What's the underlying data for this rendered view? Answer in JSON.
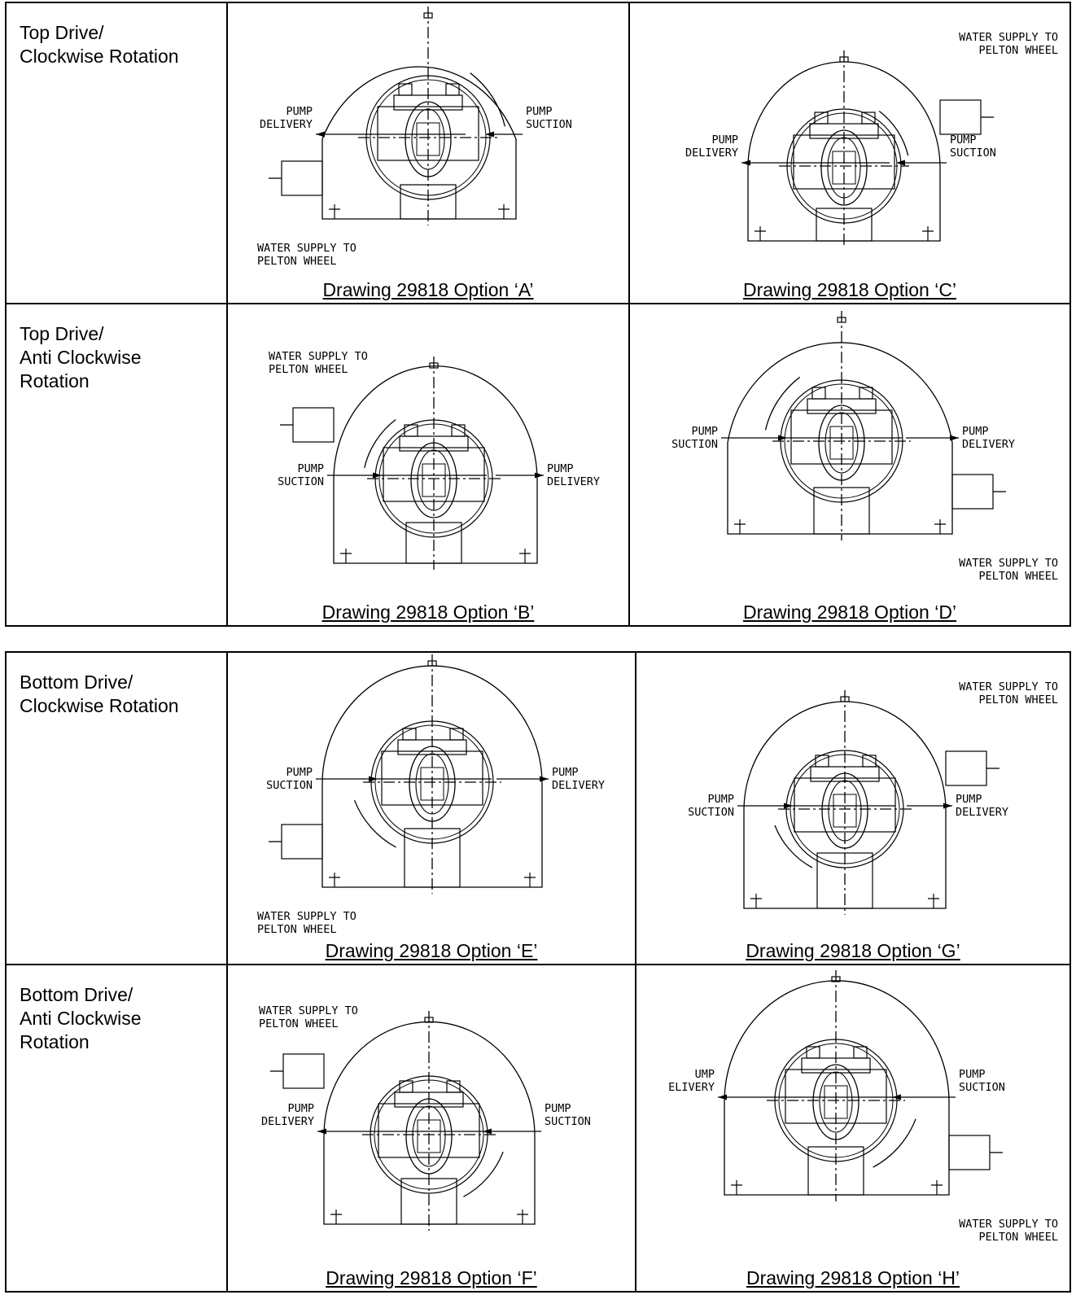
{
  "tables": [
    {
      "rows": [
        {
          "label": [
            "Top Drive/",
            "Clockwise Rotation"
          ],
          "cells": [
            {
              "caption": "Drawing 29818 Option ‘A’",
              "labels": {
                "delivery": [
                  "PUMP",
                  "DELIVERY"
                ],
                "suction": [
                  "PUMP",
                  "SUCTION"
                ],
                "water": [
                  "WATER SUPPLY TO",
                  "PELTON WHEEL"
                ]
              }
            },
            {
              "caption": "Drawing 29818 Option ‘C’",
              "labels": {
                "delivery": [
                  "PUMP",
                  "DELIVERY"
                ],
                "suction": [
                  "PUMP",
                  "SUCTION"
                ],
                "water": [
                  "WATER SUPPLY TO",
                  "PELTON WHEEL"
                ]
              }
            }
          ]
        },
        {
          "label": [
            "Top Drive/",
            "Anti Clockwise",
            "Rotation"
          ],
          "cells": [
            {
              "caption": "Drawing 29818 Option ‘B’",
              "labels": {
                "delivery": [
                  "PUMP",
                  "DELIVERY"
                ],
                "suction": [
                  "PUMP",
                  "SUCTION"
                ],
                "water": [
                  "WATER SUPPLY TO",
                  "PELTON WHEEL"
                ]
              }
            },
            {
              "caption": "Drawing 29818 Option ‘D’",
              "labels": {
                "delivery": [
                  "PUMP",
                  "DELIVERY"
                ],
                "suction": [
                  "PUMP",
                  "SUCTION"
                ],
                "water": [
                  "WATER SUPPLY TO",
                  "PELTON WHEEL"
                ]
              }
            }
          ]
        }
      ]
    },
    {
      "rows": [
        {
          "label": [
            "Bottom Drive/",
            "Clockwise Rotation"
          ],
          "cells": [
            {
              "caption": "Drawing 29818 Option ‘E’",
              "labels": {
                "delivery": [
                  "PUMP",
                  "DELIVERY"
                ],
                "suction": [
                  "PUMP",
                  "SUCTION"
                ],
                "water": [
                  "WATER SUPPLY TO",
                  "PELTON WHEEL"
                ]
              }
            },
            {
              "caption": "Drawing 29818 Option ‘G’",
              "labels": {
                "delivery": [
                  "PUMP",
                  "DELIVERY"
                ],
                "suction": [
                  "PUMP",
                  "SUCTION"
                ],
                "water": [
                  "WATER SUPPLY TO",
                  "PELTON WHEEL"
                ]
              }
            }
          ]
        },
        {
          "label": [
            "Bottom Drive/",
            "Anti Clockwise",
            "Rotation"
          ],
          "cells": [
            {
              "caption": "Drawing 29818 Option ‘F’",
              "labels": {
                "delivery": [
                  "PUMP",
                  "DELIVERY"
                ],
                "suction": [
                  "PUMP",
                  "SUCTION"
                ],
                "water": [
                  "WATER SUPPLY TO",
                  "PELTON WHEEL"
                ]
              }
            },
            {
              "caption": "Drawing 29818 Option ‘H’",
              "labels": {
                "delivery": [
                  "UMP",
                  "ELIVERY"
                ],
                "suction": [
                  "PUMP",
                  "SUCTION"
                ],
                "water": [
                  "WATER SUPPLY TO",
                  "PELTON WHEEL"
                ]
              }
            }
          ]
        }
      ]
    }
  ]
}
